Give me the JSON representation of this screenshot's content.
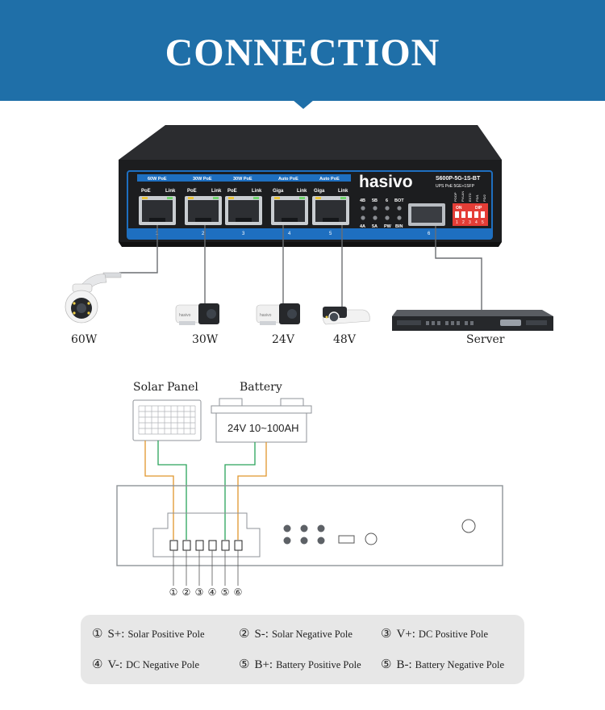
{
  "header": {
    "title": "CONNECTION",
    "banner_color": "#1f6fa8"
  },
  "switch": {
    "brand": "hasivo",
    "model": "S600P-5G-1S-BT",
    "subtitle": "UPS PoE 5GE+1SFP",
    "body_color": "#1c1d1f",
    "accent_color": "#1e6fc0",
    "port_headers": [
      "60W PoE",
      "30W PoE",
      "30W PoE",
      "Auto PoE",
      "Auto PoE"
    ],
    "port_labels": [
      {
        "left": "PoE",
        "right": "Link"
      },
      {
        "left": "PoE",
        "right": "Link"
      },
      {
        "left": "PoE",
        "right": "Link"
      },
      {
        "left": "Giga",
        "right": "Link"
      },
      {
        "left": "Giga",
        "right": "Link"
      }
    ],
    "port_numbers": [
      "1",
      "2",
      "3",
      "4",
      "5",
      "6"
    ],
    "led_labels_top": [
      "4B",
      "5B",
      "6",
      "BOT"
    ],
    "led_labels_bottom": [
      "4A",
      "5A",
      "PW",
      "BIN"
    ],
    "dip_labels_top": [
      "POOP",
      "PVLAN",
      "EXTD",
      "PD/1",
      "PD/2"
    ],
    "dip_on": "ON",
    "dip_label": "DIP",
    "dip_numbers": [
      "1",
      "2",
      "3",
      "4",
      "5"
    ]
  },
  "devices": [
    {
      "label": "60W",
      "icon": "ptz-camera-icon"
    },
    {
      "label": "30W",
      "icon": "bullet-camera-icon"
    },
    {
      "label": "24V",
      "icon": "bullet-camera-icon"
    },
    {
      "label": "48V",
      "icon": "box-camera-icon"
    },
    {
      "label": "Server",
      "icon": "rack-server-icon"
    }
  ],
  "wiring": {
    "solar_panel_label": "Solar Panel",
    "battery_label": "Battery",
    "battery_text": "24V 10~100AH",
    "terminal_numbers": [
      "①",
      "②",
      "③",
      "④",
      "⑤",
      "⑥"
    ],
    "positive_wire_color": "#e0962c",
    "negative_wire_color": "#2aa35a"
  },
  "legend": [
    {
      "num": "①",
      "code": "S+:",
      "desc": "Solar  Positive Pole"
    },
    {
      "num": "②",
      "code": "S-:",
      "desc": "Solar Negative Pole"
    },
    {
      "num": "③",
      "code": "V+:",
      "desc": "DC Positive Pole"
    },
    {
      "num": "④",
      "code": "V-:",
      "desc": "DC Negative Pole"
    },
    {
      "num": "⑤",
      "code": "B+:",
      "desc": "Battery Positive Pole"
    },
    {
      "num": "⑤",
      "code": "B-:",
      "desc": "Battery Negative Pole"
    }
  ]
}
